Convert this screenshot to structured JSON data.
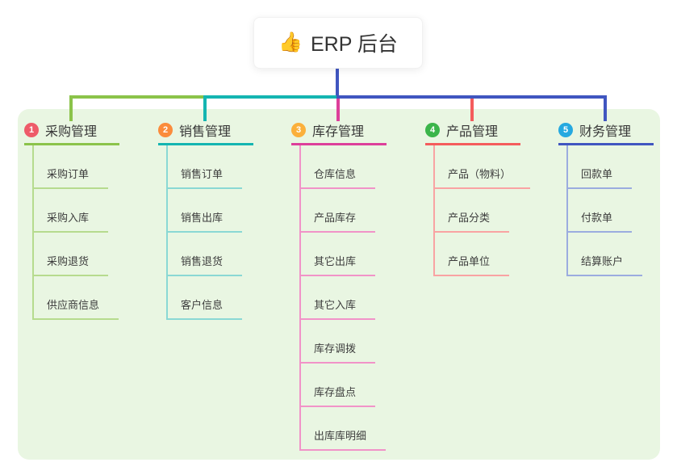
{
  "root": {
    "icon": "👍",
    "title": "ERP 后台"
  },
  "colors": {
    "panel_bg": "#e9f6e2",
    "root_connector": "#4056c0",
    "root_text": "#333333"
  },
  "branches": [
    {
      "number": "1",
      "label": "采购管理",
      "badge_color": "#ee5b69",
      "line_color": "#8bc34a",
      "light_color": "#b6db8e",
      "children": [
        "采购订单",
        "采购入库",
        "采购退货",
        "供应商信息"
      ]
    },
    {
      "number": "2",
      "label": "销售管理",
      "badge_color": "#fb8c3c",
      "line_color": "#14b5b1",
      "light_color": "#8ad8d4",
      "children": [
        "销售订单",
        "销售出库",
        "销售退货",
        "客户信息"
      ]
    },
    {
      "number": "3",
      "label": "库存管理",
      "badge_color": "#fbb03b",
      "line_color": "#dd3f9a",
      "light_color": "#f193c8",
      "children": [
        "仓库信息",
        "产品库存",
        "其它出库",
        "其它入库",
        "库存调拨",
        "库存盘点",
        "出库库明细"
      ]
    },
    {
      "number": "4",
      "label": "产品管理",
      "badge_color": "#3bb54a",
      "line_color": "#f45c5c",
      "light_color": "#f9a3a3",
      "children": [
        "产品（物料）",
        "产品分类",
        "产品单位"
      ]
    },
    {
      "number": "5",
      "label": "财务管理",
      "badge_color": "#25a9e0",
      "line_color": "#4056c0",
      "light_color": "#9bacdf",
      "children": [
        "回款单",
        "付款单",
        "结算账户"
      ]
    }
  ]
}
